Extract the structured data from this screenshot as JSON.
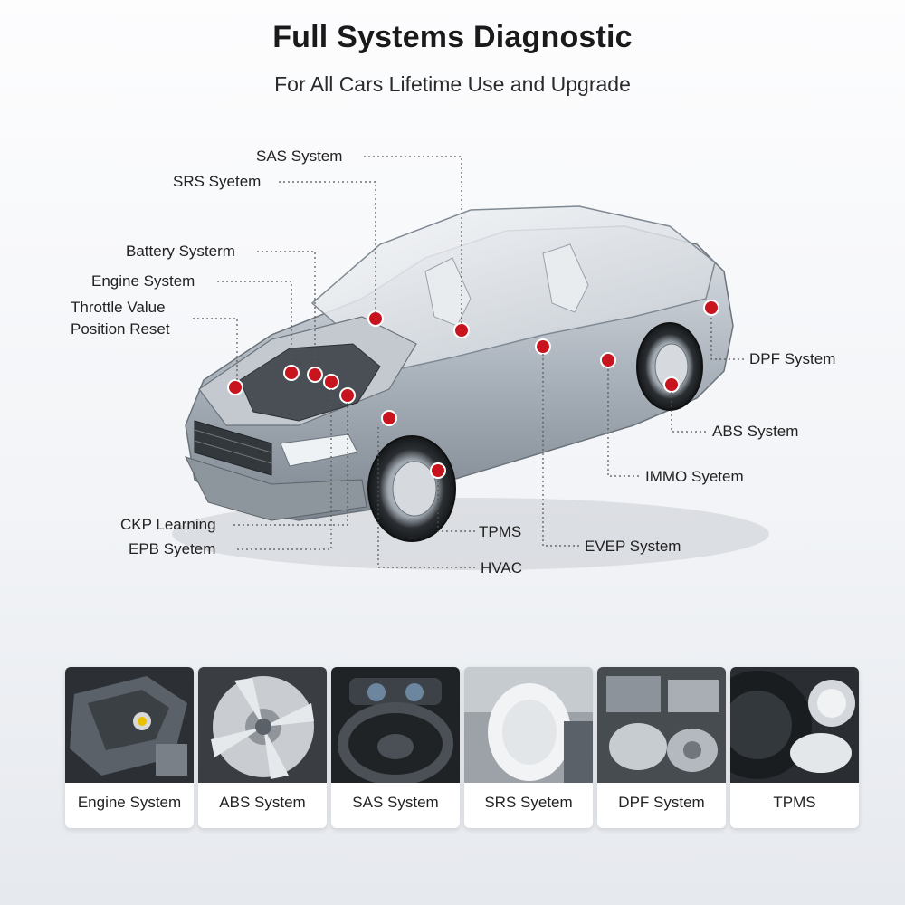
{
  "header": {
    "title": "Full Systems Diagnostic",
    "subtitle": "For All Cars Lifetime Use and Upgrade"
  },
  "callouts": {
    "sas": "SAS System",
    "srs": "SRS Syetem",
    "battery": "Battery Systerm",
    "engine": "Engine System",
    "throttle": "Throttle Value Position Reset",
    "ckp": "CKP Learning",
    "epb": "EPB Syetem",
    "tpms": "TPMS",
    "hvac": "HVAC",
    "evep": "EVEP System",
    "immo": "IMMO Syetem",
    "abs": "ABS System",
    "dpf": "DPF System"
  },
  "thumbnails": [
    {
      "caption": "Engine System",
      "icon": "engine-photo"
    },
    {
      "caption": "ABS System",
      "icon": "brake-photo"
    },
    {
      "caption": "SAS System",
      "icon": "steering-wheel-photo"
    },
    {
      "caption": "SRS Syetem",
      "icon": "airbag-photo"
    },
    {
      "caption": "DPF System",
      "icon": "exhaust-filter-photo"
    },
    {
      "caption": "TPMS",
      "icon": "tire-pressure-photo"
    }
  ],
  "colors": {
    "marker": "#c8141e",
    "car_body": "#9aa3ad",
    "leader_line": "#555555"
  }
}
